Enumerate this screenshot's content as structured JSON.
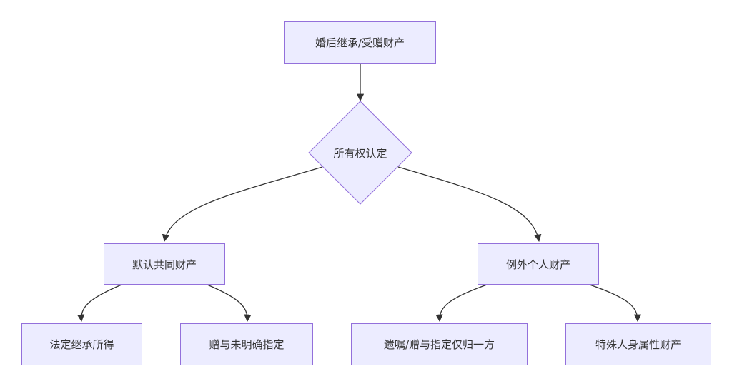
{
  "diagram": {
    "nodes": {
      "root": "婚后继承/受赠财产",
      "decision": "所有权认定",
      "common": "默认共同财产",
      "personal": "例外个人财产",
      "leaf1": "法定继承所得",
      "leaf2": "赠与未明确指定",
      "leaf3": "遗嘱/赠与指定仅归一方",
      "leaf4": "特殊人身属性财产"
    },
    "colors": {
      "node_fill": "#ececff",
      "node_border": "#9370db",
      "edge": "#333333",
      "text": "#333333"
    }
  }
}
